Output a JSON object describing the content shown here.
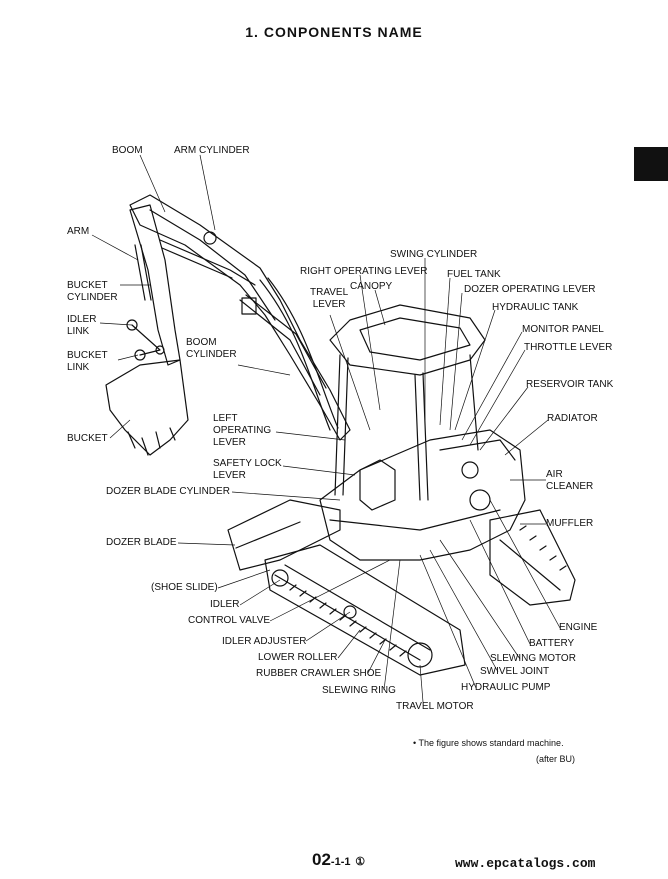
{
  "page_title": "1. CONPONENTS  NAME",
  "labels": {
    "boom": "BOOM",
    "arm_cylinder": "ARM CYLINDER",
    "arm": "ARM",
    "bucket_cylinder": "BUCKET\nCYLINDER",
    "idler_link": "IDLER\nLINK",
    "bucket_link": "BUCKET\nLINK",
    "boom_cylinder": "BOOM\nCYLINDER",
    "bucket": "BUCKET",
    "swing_cylinder": "SWING CYLINDER",
    "right_operating_lever": "RIGHT OPERATING LEVER",
    "fuel_tank": "FUEL TANK",
    "travel_lever": "TRAVEL\nLEVER",
    "canopy": "CANOPY",
    "dozer_operating_lever": "DOZER OPERATING LEVER",
    "hydraulic_tank": "HYDRAULIC TANK",
    "monitor_panel": "MONITOR PANEL",
    "throttle_lever": "THROTTLE LEVER",
    "reservoir_tank": "RESERVOIR TANK",
    "radiator": "RADIATOR",
    "left_operating_lever": "LEFT\nOPERATING\nLEVER",
    "safety_lock_lever": "SAFETY LOCK\nLEVER",
    "air_cleaner": "AIR\nCLEANER",
    "dozer_blade_cylinder": "DOZER BLADE CYLINDER",
    "muffler": "MUFFLER",
    "dozer_blade": "DOZER BLADE",
    "shoe_slide": "(SHOE SLIDE)",
    "idler": "IDLER",
    "control_valve": "CONTROL VALVE",
    "idler_adjuster": "IDLER ADJUSTER",
    "lower_roller": "LOWER ROLLER",
    "rubber_crawler_shoe": "RUBBER CRAWLER SHOE",
    "slewing_ring": "SLEWING RING",
    "travel_motor": "TRAVEL MOTOR",
    "engine": "ENGINE",
    "battery": "BATTERY",
    "slewing_motor": "SLEWING MOTOR",
    "swivel_joint": "SWIVEL JOINT",
    "hydraulic_pump": "HYDRAULIC PUMP"
  },
  "notes": {
    "standard_machine": "• The figure shows standard machine.",
    "after_bu": "(after BU)"
  },
  "footer": {
    "page_main": "02",
    "page_sub": "-1-1",
    "page_rev": "①",
    "url": "www.epcatalogs.com"
  }
}
